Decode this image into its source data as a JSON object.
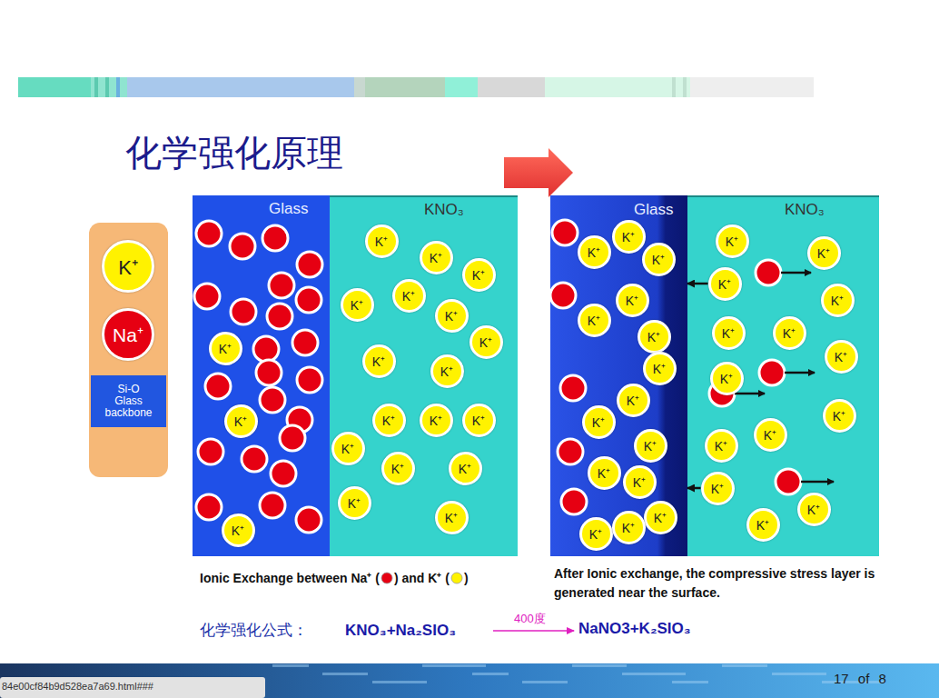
{
  "diagram": {
    "title": "化学强化原理",
    "nodes": [
      {
        "text": [
          "K⁺"
        ]
      },
      {
        "text": [
          "Na⁺"
        ]
      },
      {
        "text": [
          "Si-O Glass backbone"
        ]
      },
      {
        "text": [
          "Glass"
        ]
      },
      {
        "text": [
          "KNO₃"
        ]
      },
      {
        "text": [
          "K⁺"
        ],
        "in": 3
      },
      {
        "text": [
          "K⁺"
        ],
        "in": 3
      },
      {
        "text": [
          "K⁺"
        ],
        "in": 3
      },
      {
        "text": [
          "K⁺"
        ],
        "in": 4
      },
      {
        "text": [
          "K⁺"
        ],
        "in": 4
      },
      {
        "text": [
          "K⁺"
        ],
        "in": 4
      },
      {
        "text": [
          "K⁺"
        ],
        "in": 4
      },
      {
        "text": [
          "K⁺"
        ],
        "in": 4
      },
      {
        "text": [
          "K⁺"
        ],
        "in": 4
      },
      {
        "text": [
          "K⁺"
        ],
        "in": 4
      },
      {
        "text": [
          "K⁺"
        ],
        "in": 4
      },
      {
        "text": [
          "K⁺"
        ],
        "in": 4
      },
      {
        "text": [
          "K⁺"
        ],
        "in": 4
      },
      {
        "text": [
          "K⁺"
        ],
        "in": 4
      },
      {
        "text": [
          "K⁺"
        ],
        "in": 4
      },
      {
        "text": [
          "K⁺"
        ],
        "in": 4
      },
      {
        "text": [
          "K⁺"
        ],
        "in": 4
      },
      {
        "text": [
          "K⁺"
        ],
        "in": 4
      },
      {
        "text": [
          "K⁺"
        ],
        "in": 4
      },
      {
        "text": [
          "K⁺"
        ],
        "in": 4
      },
      {
        "text": [
          "Glass"
        ]
      },
      {
        "text": [
          "KNO₃"
        ]
      },
      {
        "text": [
          "K⁺"
        ],
        "in": 25
      },
      {
        "text": [
          "K⁺"
        ],
        "in": 25
      },
      {
        "text": [
          "K⁺"
        ],
        "in": 25
      },
      {
        "text": [
          "K⁺"
        ],
        "in": 25
      },
      {
        "text": [
          "K⁺"
        ],
        "in": 25
      },
      {
        "text": [
          "K⁺"
        ],
        "in": 25
      },
      {
        "text": [
          "K⁺"
        ],
        "in": 25
      },
      {
        "text": [
          "K⁺"
        ],
        "in": 25
      },
      {
        "text": [
          "K⁺"
        ],
        "in": 25
      },
      {
        "text": [
          "K⁺"
        ],
        "in": 25
      },
      {
        "text": [
          "K⁺"
        ],
        "in": 25
      },
      {
        "text": [
          "K⁺"
        ],
        "in": 25
      },
      {
        "text": [
          "K⁺"
        ],
        "in": 25
      },
      {
        "text": [
          "K⁺"
        ],
        "in": 25
      },
      {
        "text": [
          "K⁺"
        ],
        "in": 25
      },
      {
        "text": [
          "K⁺"
        ],
        "in": 26
      },
      {
        "text": [
          "K⁺"
        ],
        "in": 26
      },
      {
        "text": [
          "K⁺"
        ],
        "in": 26
      },
      {
        "text": [
          "K⁺"
        ],
        "in": 26
      },
      {
        "text": [
          "K⁺"
        ],
        "in": 26
      },
      {
        "text": [
          "K⁺"
        ],
        "in": 26
      },
      {
        "text": [
          "K⁺"
        ],
        "in": 26
      },
      {
        "text": [
          "K⁺"
        ],
        "in": 26
      },
      {
        "text": [
          "K⁺"
        ],
        "in": 26
      },
      {
        "text": [
          "K⁺"
        ],
        "in": 26
      },
      {
        "text": [
          "K⁺"
        ],
        "in": 26
      },
      {
        "text": [
          "K⁺"
        ],
        "in": 26
      },
      {
        "text": [
          "K⁺"
        ],
        "in": 26
      },
      {
        "text": [
          "K⁺"
        ],
        "in": 26
      }
    ],
    "edges": [
      {
        "from": 44,
        "to": 25,
        "arrow": "to"
      },
      {
        "from": 53,
        "to": 25,
        "arrow": "to"
      }
    ],
    "labels": [
      "Ionic Exchange between Na⁺ (",
      ") and K⁺ (",
      ")",
      "After Ionic exchange, the compressive stress layer is generated near the surface.",
      "化学强化公式：",
      "KNO₃+Na₂SIO₃",
      "400度",
      "NaNO3+K₂SIO₃",
      "17 of 8",
      "84e00cf84b9d528ea7a69.html###"
    ]
  }
}
